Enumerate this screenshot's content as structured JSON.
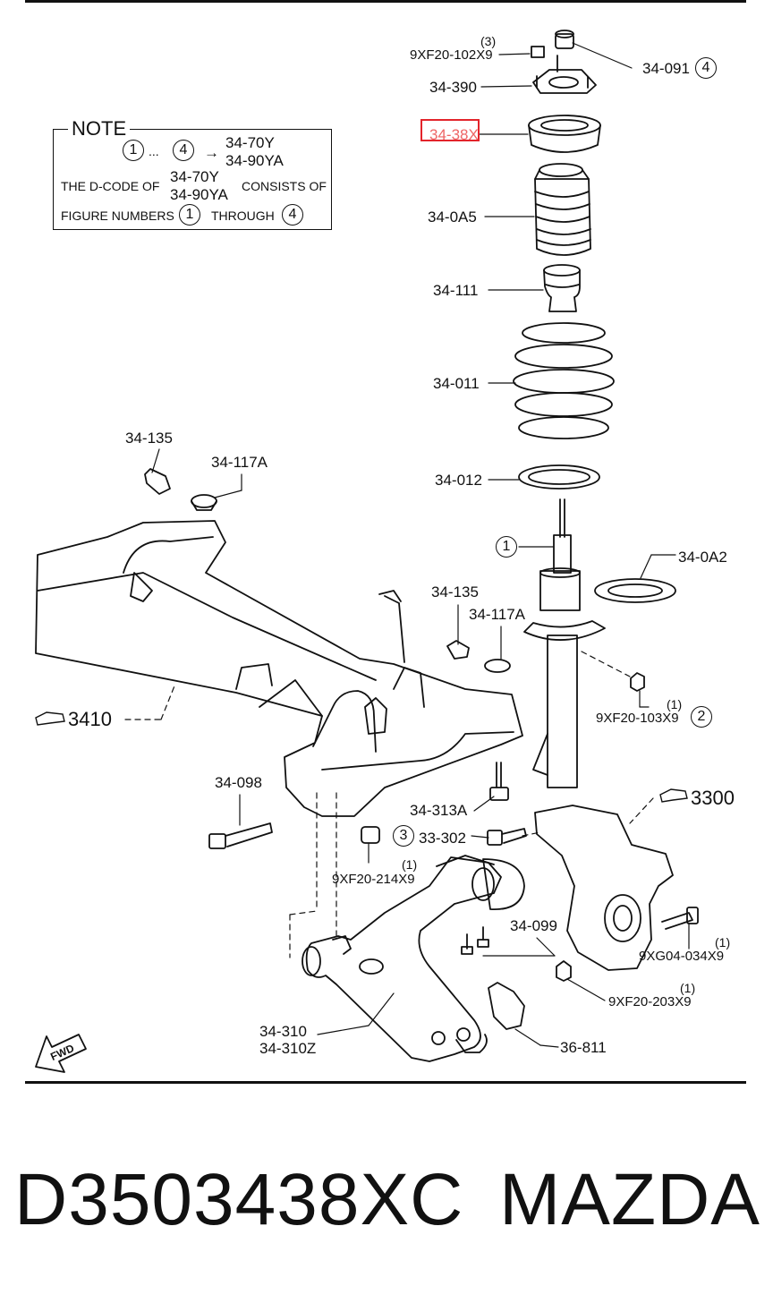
{
  "note": {
    "title": "NOTE",
    "line1_from": "1",
    "line1_dots": "...",
    "line1_to": "4",
    "line1_arrow": "→",
    "code_a": "34-70Y",
    "code_b": "34-90YA",
    "line2_prefix": "THE D-CODE OF",
    "line2_code_a": "34-70Y",
    "line2_code_b": "34-90YA",
    "line2_suffix": "CONSISTS OF",
    "line3_prefix": "FIGURE NUMBERS",
    "line3_from": "1",
    "line3_mid": "THROUGH",
    "line3_to": "4"
  },
  "labels": {
    "p9XF20_102X9": "9XF20-102X9",
    "p9XF20_102X9_qty": "(3)",
    "p34_091": "34-091",
    "p34_091_circle": "4",
    "p34_390": "34-390",
    "p34_38X": "34-38X",
    "p34_0A5": "34-0A5",
    "p34_111": "34-111",
    "p34_011": "34-011",
    "p34_012": "34-012",
    "p34_0A2": "34-0A2",
    "strut_circle": "1",
    "p34_135_a": "34-135",
    "p34_117A_a": "34-117A",
    "p34_135_b": "34-135",
    "p34_117A_b": "34-117A",
    "p3410": "3410",
    "p3300": "3300",
    "p9XF20_103X9": "9XF20-103X9",
    "p9XF20_103X9_qty": "(1)",
    "p9XF20_103X9_circle": "2",
    "p34_098": "34-098",
    "p34_313A": "34-313A",
    "p33_302": "33-302",
    "p33_302_circle": "3",
    "p9XF20_214X9": "9XF20-214X9",
    "p9XF20_214X9_qty": "(1)",
    "p34_099": "34-099",
    "p9XG04_034X9": "9XG04-034X9",
    "p9XG04_034X9_qty": "(1)",
    "p9XF20_203X9": "9XF20-203X9",
    "p9XF20_203X9_qty": "(1)",
    "p34_310": "34-310",
    "p34_310Z": "34-310Z",
    "p36_811": "36-811",
    "fwd": "FWD"
  },
  "footer": {
    "part_number": "D3503438XC",
    "brand": "MAZDA"
  },
  "highlight_color": "#e3242b"
}
